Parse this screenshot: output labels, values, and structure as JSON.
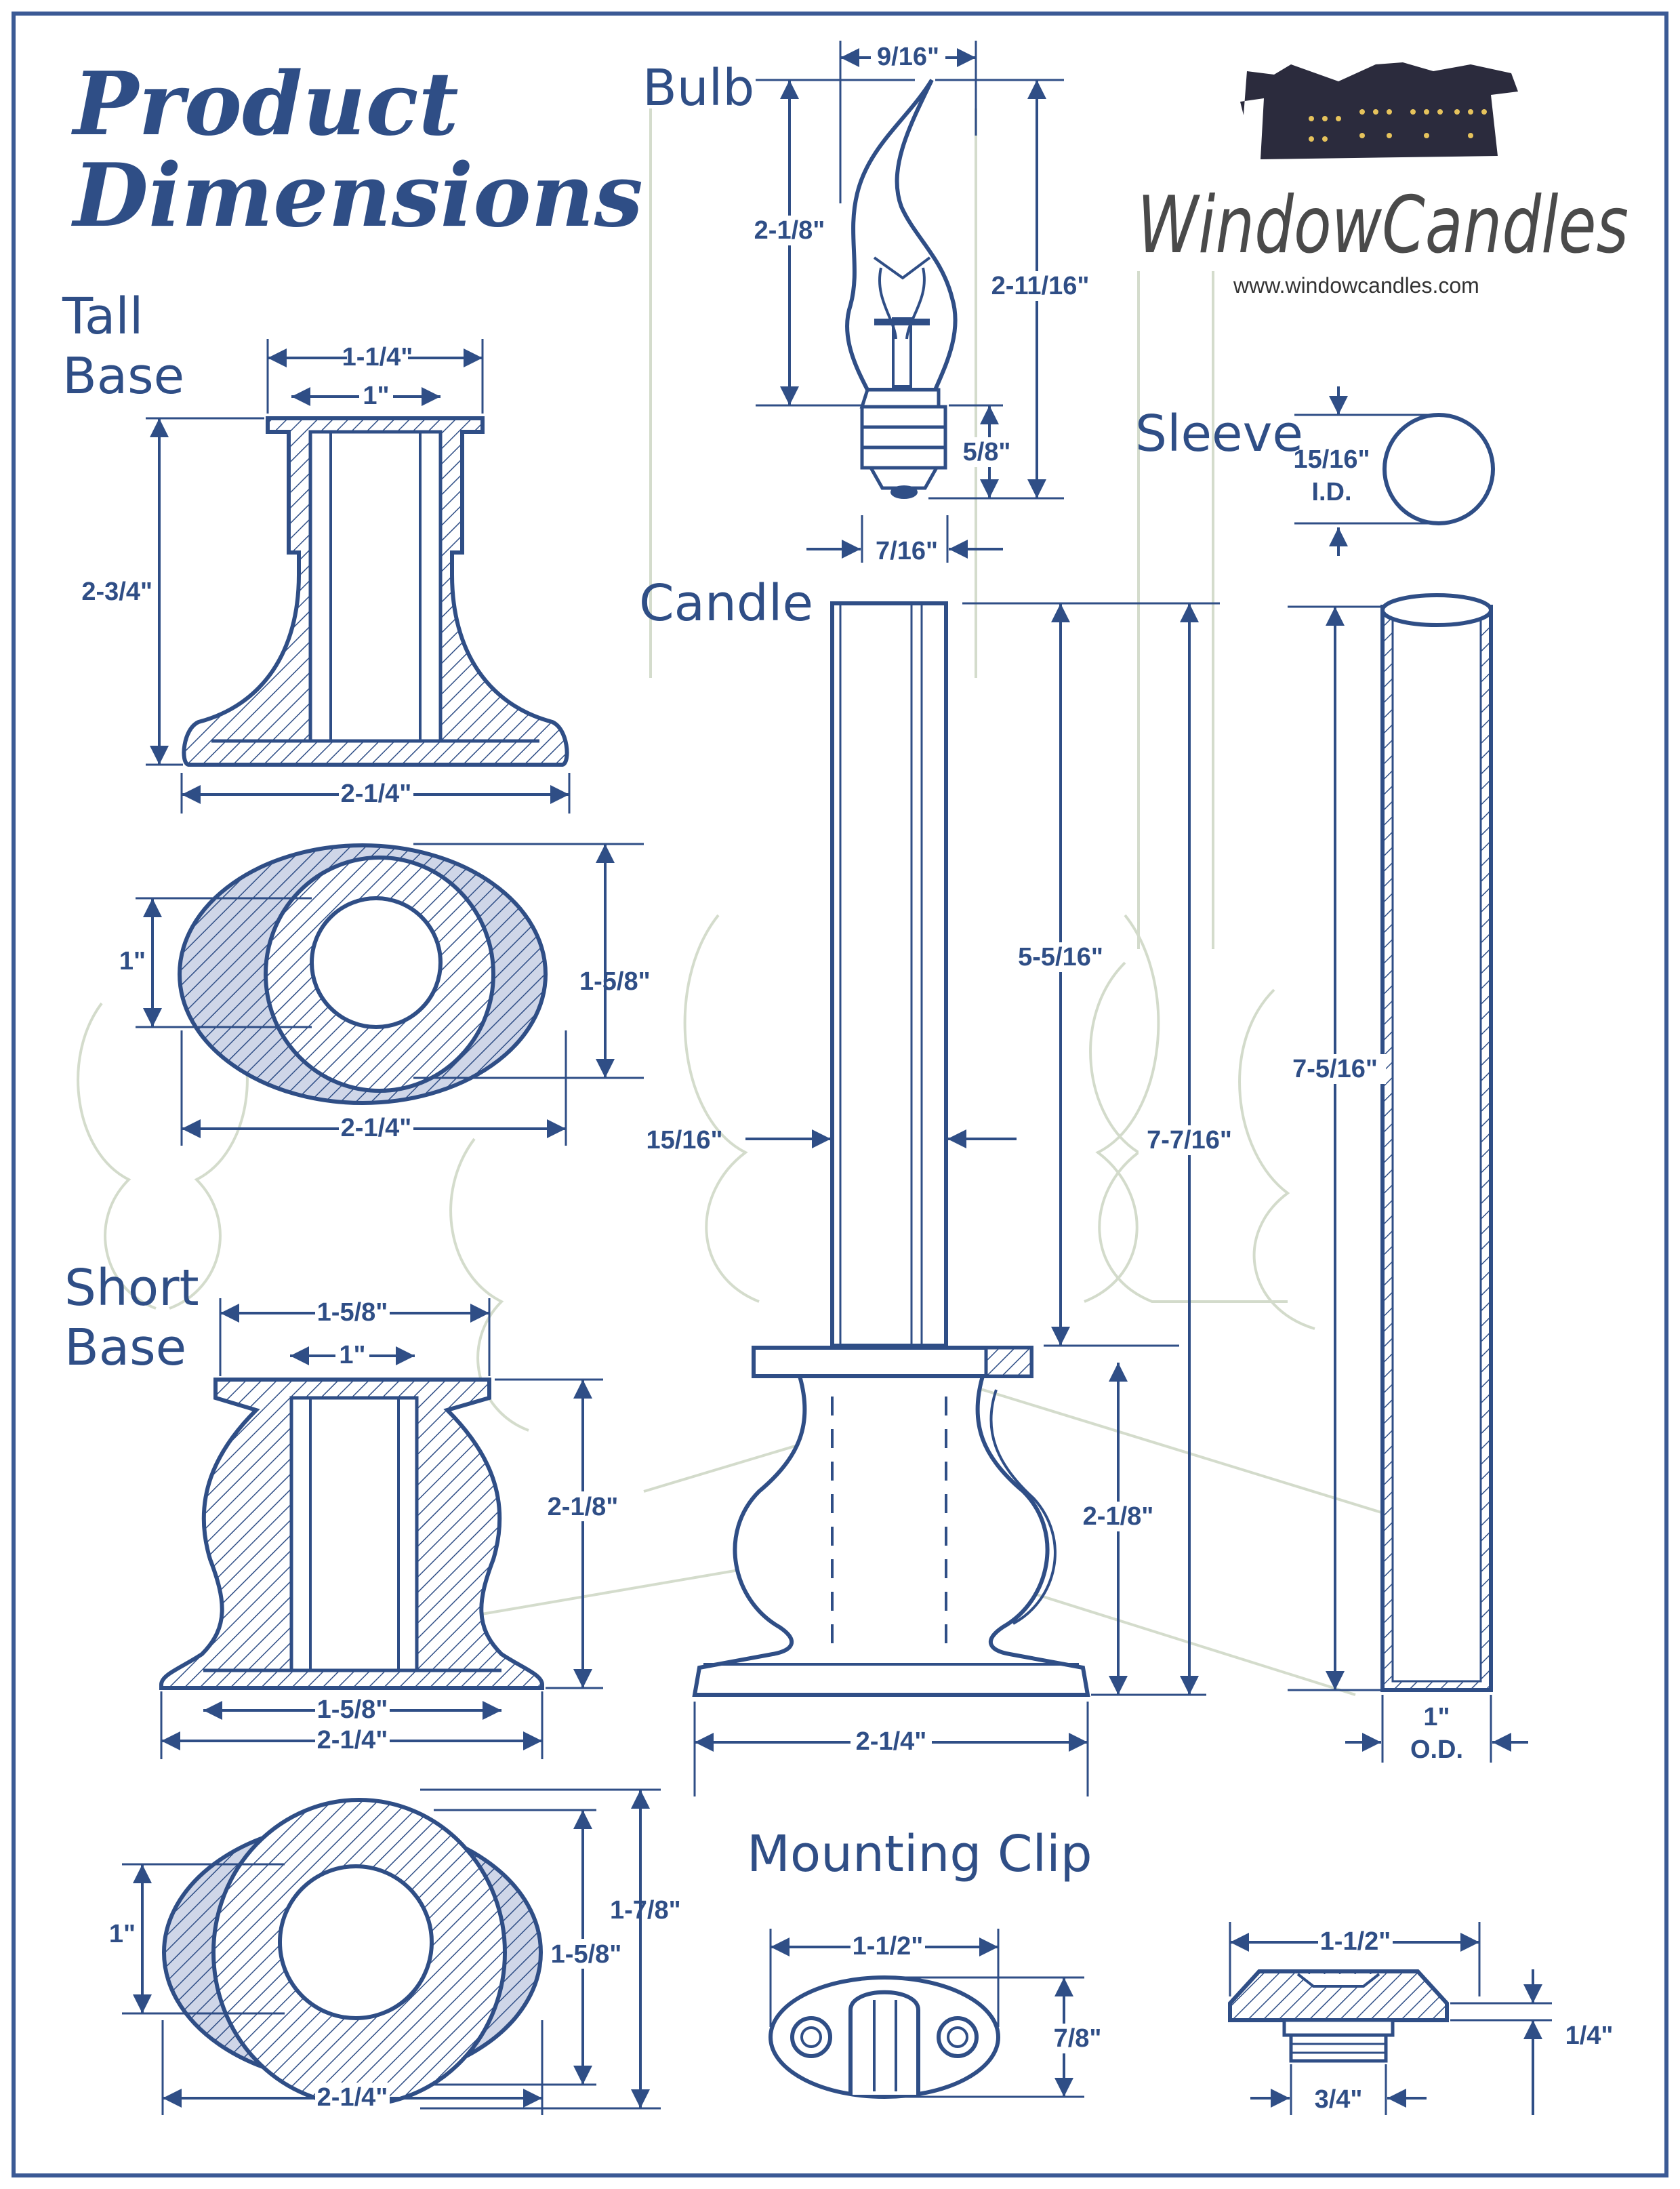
{
  "title": {
    "line1": "Product",
    "line2": "Dimensions"
  },
  "brand": {
    "name": "WindowCandles",
    "url": "www.windowcandles.com"
  },
  "colors": {
    "ink": "#2f4e86",
    "border": "#3b5a95",
    "paper": "#ffffff",
    "sketch": "#cfd8c6"
  },
  "sections": {
    "tall_base": {
      "label_line1": "Tall",
      "label_line2": "Base"
    },
    "short_base": {
      "label_line1": "Short",
      "label_line2": "Base"
    },
    "bulb": {
      "label": "Bulb"
    },
    "candle": {
      "label": "Candle"
    },
    "sleeve": {
      "label": "Sleeve"
    },
    "mounting_clip": {
      "label": "Mounting Clip"
    }
  },
  "dims": {
    "tall_top": "1-1/4\"",
    "tall_inner": "1\"",
    "tall_height": "2-3/4\"",
    "tall_bottom": "2-1/4\"",
    "tall_plan_inner": "1\"",
    "tall_plan_depth": "1-5/8\"",
    "tall_plan_width": "2-1/4\"",
    "short_top": "1-5/8\"",
    "short_inner": "1\"",
    "short_height": "2-1/8\"",
    "short_bottom_inner": "1-5/8\"",
    "short_bottom": "2-1/4\"",
    "short_plan_inner": "1\"",
    "short_plan_outer": "1-7/8\"",
    "short_plan_depth": "1-5/8\"",
    "short_plan_width": "2-1/4\"",
    "bulb_width": "9/16\"",
    "bulb_glass": "2-1/8\"",
    "bulb_total": "2-11/16\"",
    "bulb_base": "5/8\"",
    "bulb_neck": "7/16\"",
    "candle_tube": "5-5/16\"",
    "candle_total": "7-7/16\"",
    "candle_diameter": "15/16\"",
    "candle_base_height": "2-1/8\"",
    "candle_base_width": "2-1/4\"",
    "sleeve_id": "15/16\"",
    "sleeve_id_label": "I.D.",
    "sleeve_length": "7-5/16\"",
    "sleeve_od": "1\"",
    "sleeve_od_label": "O.D.",
    "clip_width": "1-1/2\"",
    "clip_height": "7/8\"",
    "clip_side_width": "1-1/2\"",
    "clip_thickness": "1/4\"",
    "clip_peg": "3/4\""
  }
}
